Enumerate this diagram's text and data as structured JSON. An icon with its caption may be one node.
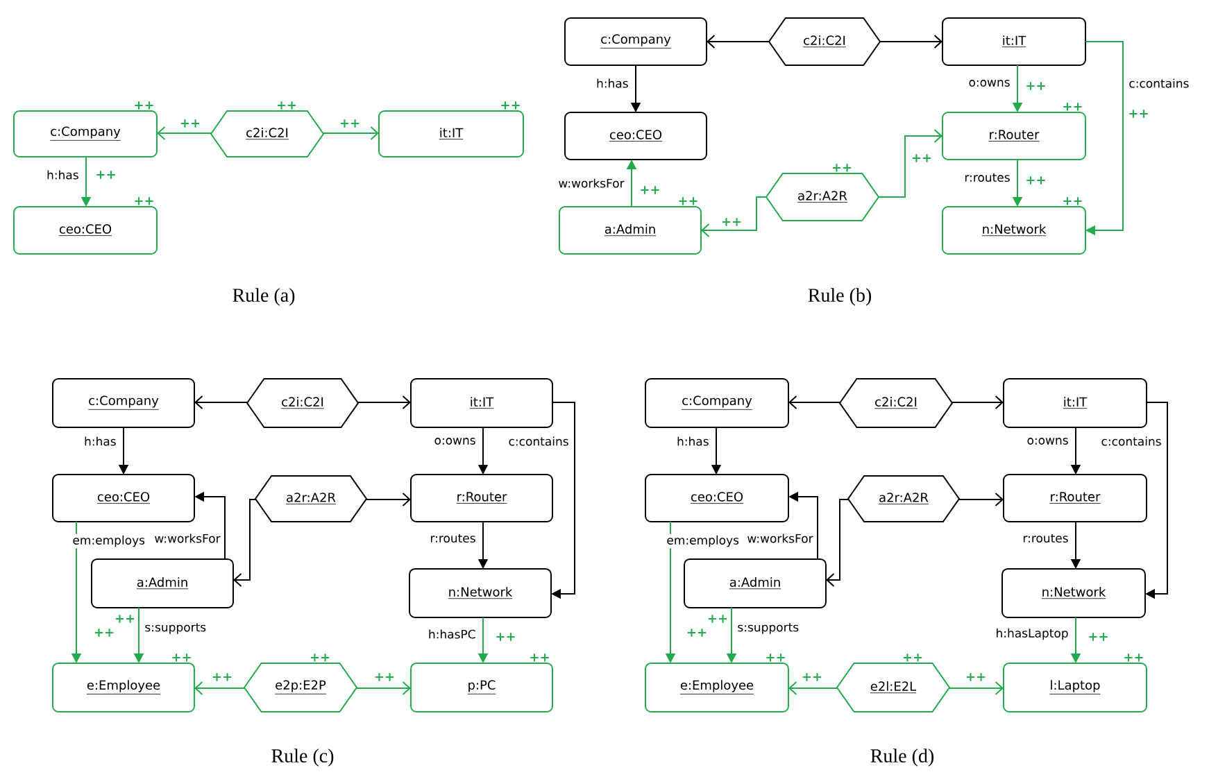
{
  "diagram": {
    "nodes": [
      {
        "text": [
          "c:Company"
        ],
        "beside": [
          "++"
        ]
      },
      {
        "text": [
          "c2i:C2I"
        ],
        "beside": [
          "++"
        ]
      },
      {
        "text": [
          "it:IT"
        ],
        "beside": [
          "++"
        ]
      },
      {
        "text": [
          "ceo:CEO"
        ],
        "beside": [
          "++"
        ]
      },
      {
        "text": [
          "c:Company"
        ]
      },
      {
        "text": [
          "c2i:C2I"
        ]
      },
      {
        "text": [
          "it:IT"
        ]
      },
      {
        "text": [
          "ceo:CEO"
        ]
      },
      {
        "text": [
          "r:Router"
        ],
        "beside": [
          "++"
        ]
      },
      {
        "text": [
          "a2r:A2R"
        ],
        "beside": [
          "++"
        ]
      },
      {
        "text": [
          "a:Admin"
        ],
        "beside": [
          "++"
        ]
      },
      {
        "text": [
          "n:Network"
        ],
        "beside": [
          "++"
        ]
      },
      {
        "text": [
          "c:Company"
        ]
      },
      {
        "text": [
          "c2i:C2I"
        ]
      },
      {
        "text": [
          "it:IT"
        ]
      },
      {
        "text": [
          "ceo:CEO"
        ]
      },
      {
        "text": [
          "a2r:A2R"
        ]
      },
      {
        "text": [
          "r:Router"
        ]
      },
      {
        "text": [
          "a:Admin"
        ]
      },
      {
        "text": [
          "n:Network"
        ]
      },
      {
        "text": [
          "e:Employee"
        ],
        "beside": [
          "++"
        ]
      },
      {
        "text": [
          "e2p:E2P"
        ],
        "beside": [
          "++"
        ]
      },
      {
        "text": [
          "p:PC"
        ],
        "beside": [
          "++"
        ]
      },
      {
        "text": [
          "c:Company"
        ]
      },
      {
        "text": [
          "c2i:C2I"
        ]
      },
      {
        "text": [
          "it:IT"
        ]
      },
      {
        "text": [
          "ceo:CEO"
        ]
      },
      {
        "text": [
          "a2r:A2R"
        ]
      },
      {
        "text": [
          "r:Router"
        ]
      },
      {
        "text": [
          "a:Admin"
        ]
      },
      {
        "text": [
          "n:Network"
        ]
      },
      {
        "text": [
          "e:Employee"
        ],
        "beside": [
          "++"
        ]
      },
      {
        "text": [
          "e2l:E2L"
        ],
        "beside": [
          "++"
        ]
      },
      {
        "text": [
          "l:Laptop"
        ],
        "beside": [
          "++"
        ]
      }
    ],
    "edges": [
      {
        "from": 1,
        "to": 0,
        "arrow": "to",
        "label": "++",
        "color": "#22aa4c"
      },
      {
        "from": 1,
        "to": 2,
        "arrow": "to",
        "label": "++",
        "color": "#22aa4c"
      },
      {
        "from": 0,
        "to": 3,
        "arrow": "to",
        "label": "h:has",
        "color": "#22aa4c"
      },
      {
        "from": 5,
        "to": 4,
        "arrow": "to"
      },
      {
        "from": 5,
        "to": 6,
        "arrow": "to"
      },
      {
        "from": 4,
        "to": 7,
        "arrow": "to",
        "label": "h:has"
      },
      {
        "from": 6,
        "to": 8,
        "arrow": "to",
        "label": "o:owns",
        "color": "#22aa4c"
      },
      {
        "from": 6,
        "to": 11,
        "arrow": "to",
        "label": "c:contains",
        "color": "#22aa4c"
      },
      {
        "from": 8,
        "to": 11,
        "arrow": "to",
        "label": "r:routes",
        "color": "#22aa4c"
      },
      {
        "from": 10,
        "to": 7,
        "arrow": "to",
        "label": "w:worksFor",
        "color": "#22aa4c"
      },
      {
        "from": 9,
        "to": 10,
        "arrow": "to",
        "label": "++",
        "color": "#22aa4c"
      },
      {
        "from": 9,
        "to": 8,
        "arrow": "to",
        "label": "++",
        "color": "#22aa4c"
      },
      {
        "from": 13,
        "to": 12,
        "arrow": "to"
      },
      {
        "from": 13,
        "to": 14,
        "arrow": "to"
      },
      {
        "from": 12,
        "to": 15,
        "arrow": "to",
        "label": "h:has"
      },
      {
        "from": 14,
        "to": 17,
        "arrow": "to",
        "label": "o:owns"
      },
      {
        "from": 14,
        "to": 19,
        "arrow": "to",
        "label": "c:contains"
      },
      {
        "from": 17,
        "to": 19,
        "arrow": "to",
        "label": "r:routes"
      },
      {
        "from": 18,
        "to": 15,
        "arrow": "to",
        "label": "w:worksFor"
      },
      {
        "from": 16,
        "to": 18,
        "arrow": "to"
      },
      {
        "from": 16,
        "to": 17,
        "arrow": "to"
      },
      {
        "from": 15,
        "to": 20,
        "arrow": "to",
        "label": "em:employs",
        "color": "#22aa4c"
      },
      {
        "from": 18,
        "to": 20,
        "arrow": "to",
        "label": "s:supports",
        "color": "#22aa4c"
      },
      {
        "from": 19,
        "to": 22,
        "arrow": "to",
        "label": "h:hasPC",
        "color": "#22aa4c"
      },
      {
        "from": 21,
        "to": 20,
        "arrow": "to",
        "label": "++",
        "color": "#22aa4c"
      },
      {
        "from": 21,
        "to": 22,
        "arrow": "to",
        "label": "++",
        "color": "#22aa4c"
      },
      {
        "from": 24,
        "to": 23,
        "arrow": "to"
      },
      {
        "from": 24,
        "to": 25,
        "arrow": "to"
      },
      {
        "from": 23,
        "to": 26,
        "arrow": "to",
        "label": "h:has"
      },
      {
        "from": 25,
        "to": 28,
        "arrow": "to",
        "label": "o:owns"
      },
      {
        "from": 25,
        "to": 30,
        "arrow": "to",
        "label": "c:contains"
      },
      {
        "from": 28,
        "to": 30,
        "arrow": "to",
        "label": "r:routes"
      },
      {
        "from": 29,
        "to": 26,
        "arrow": "to",
        "label": "w:worksFor"
      },
      {
        "from": 27,
        "to": 29,
        "arrow": "to"
      },
      {
        "from": 27,
        "to": 28,
        "arrow": "to"
      },
      {
        "from": 26,
        "to": 31,
        "arrow": "to",
        "label": "em:employs",
        "color": "#22aa4c"
      },
      {
        "from": 29,
        "to": 31,
        "arrow": "to",
        "label": "s:supports",
        "color": "#22aa4c"
      },
      {
        "from": 30,
        "to": 33,
        "arrow": "to",
        "label": "h:hasLaptop",
        "color": "#22aa4c"
      },
      {
        "from": 32,
        "to": 31,
        "arrow": "to",
        "label": "++",
        "color": "#22aa4c"
      },
      {
        "from": 32,
        "to": 33,
        "arrow": "to",
        "label": "++",
        "color": "#22aa4c"
      }
    ],
    "labels": [
      "++",
      "++",
      "++",
      "++",
      "++",
      "Rule (a)",
      "Rule (b)",
      "++",
      "++",
      "++",
      "++",
      "++",
      "++",
      "Rule (c)",
      "Rule (d)"
    ]
  }
}
